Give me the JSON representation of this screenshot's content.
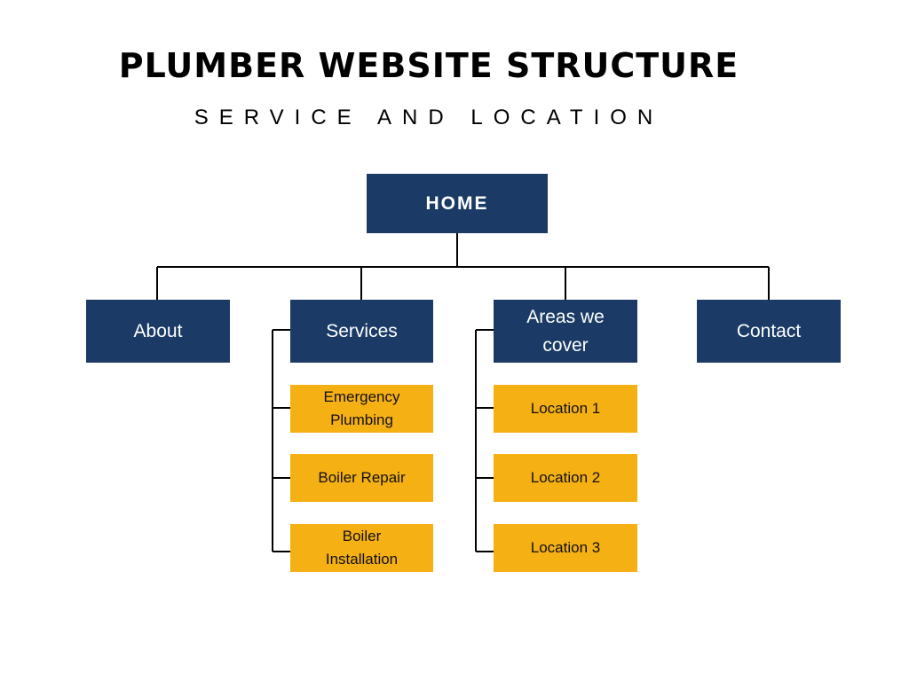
{
  "title": "PLUMBER WEBSITE STRUCTURE",
  "subtitle": "SERVICE AND LOCATION",
  "colors": {
    "navy": "#1b3b66",
    "gold": "#f5b014",
    "line": "#000000"
  },
  "home": "HOME",
  "sections": {
    "about": "About",
    "services": "Services",
    "areas": "Areas we cover",
    "contact": "Contact"
  },
  "services_items": [
    "Emergency Plumbing",
    "Boiler Repair",
    "Boiler Installation"
  ],
  "location_items": [
    "Location 1",
    "Location 2",
    "Location 3"
  ]
}
